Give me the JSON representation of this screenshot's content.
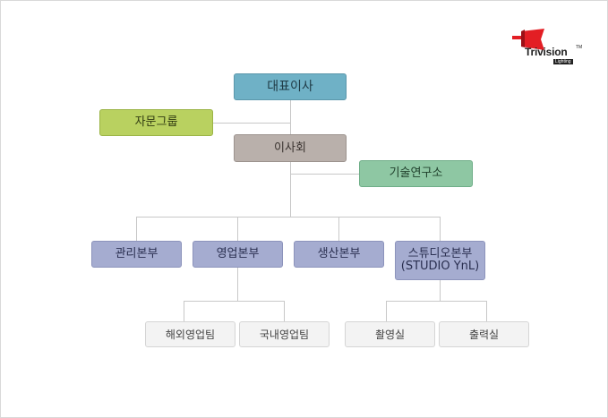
{
  "logo": {
    "brand": "Trivision",
    "tm": "TM",
    "sub": "Lighting"
  },
  "org": {
    "ceo": "대표이사",
    "advisory": "자문그룹",
    "board": "이사회",
    "lab": "기술연구소",
    "divisions": [
      {
        "label": "관리본부"
      },
      {
        "label": "영업본부",
        "teams": [
          "해외영업팀",
          "국내영업팀"
        ]
      },
      {
        "label": "생산본부"
      },
      {
        "label": "스튜디오본부",
        "label2": "(STUDIO YnL)",
        "teams": [
          "촬영실",
          "출력실"
        ]
      }
    ]
  },
  "colors": {
    "ceo": "#6fb1c6",
    "advisory": "#b9d160",
    "board": "#b9b0ab",
    "lab": "#8ec7a3",
    "division": "#a5acd0",
    "team": "#f3f3f3",
    "connector": "#c8c8c8",
    "logo_red": "#e31e24"
  }
}
